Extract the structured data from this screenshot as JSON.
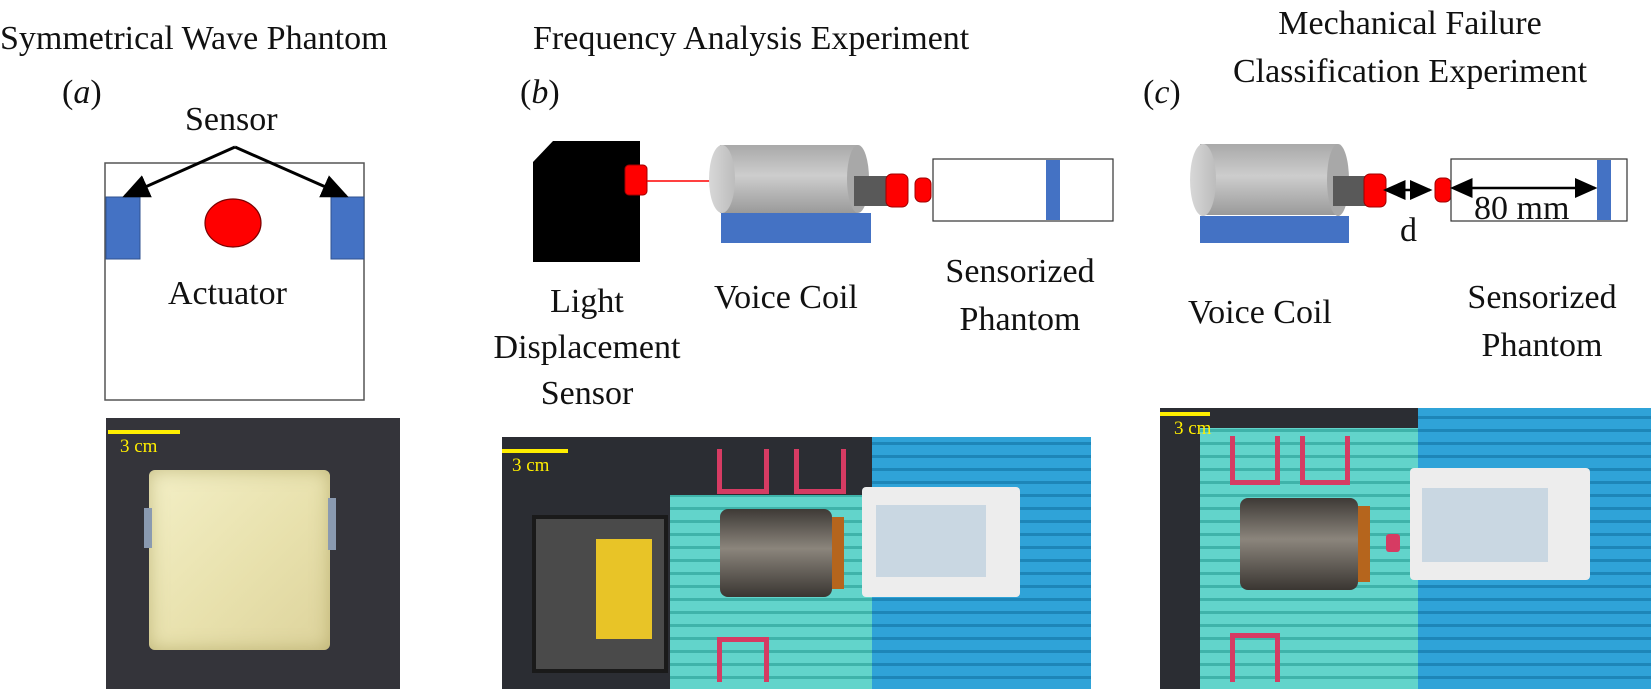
{
  "panel_a": {
    "title": "Symmetrical Wave Phantom",
    "tag_open": "(",
    "tag_letter": "a",
    "tag_close": ")",
    "sensor_label": "Sensor",
    "actuator_label": "Actuator",
    "scale_bar": "3 cm"
  },
  "panel_b": {
    "title": "Frequency Analysis Experiment",
    "tag_open": "(",
    "tag_letter": "b",
    "tag_close": ")",
    "light_sensor_label": [
      "Light",
      "Displacement",
      "Sensor"
    ],
    "voice_coil_label": "Voice Coil",
    "phantom_label": [
      "Sensorized",
      "Phantom"
    ],
    "scale_bar": "3 cm"
  },
  "panel_c": {
    "title": [
      "Mechanical Failure",
      "Classification Experiment"
    ],
    "tag_open": "(",
    "tag_letter": "c",
    "tag_close": ")",
    "voice_coil_label": "Voice Coil",
    "phantom_label": [
      "Sensorized",
      "Phantom"
    ],
    "distance_label": "d",
    "length_label": "80 mm",
    "scale_bar": "3 cm"
  },
  "colors": {
    "sensor_blue": "#4472c4",
    "actuator_red": "#ff0000",
    "coil_gray": "#bfbfbf",
    "scale_yellow": "#ffee00",
    "base_teal": "#5fd0c8",
    "base_blue": "#2fa3d8",
    "mount_pink": "#d63b63"
  }
}
